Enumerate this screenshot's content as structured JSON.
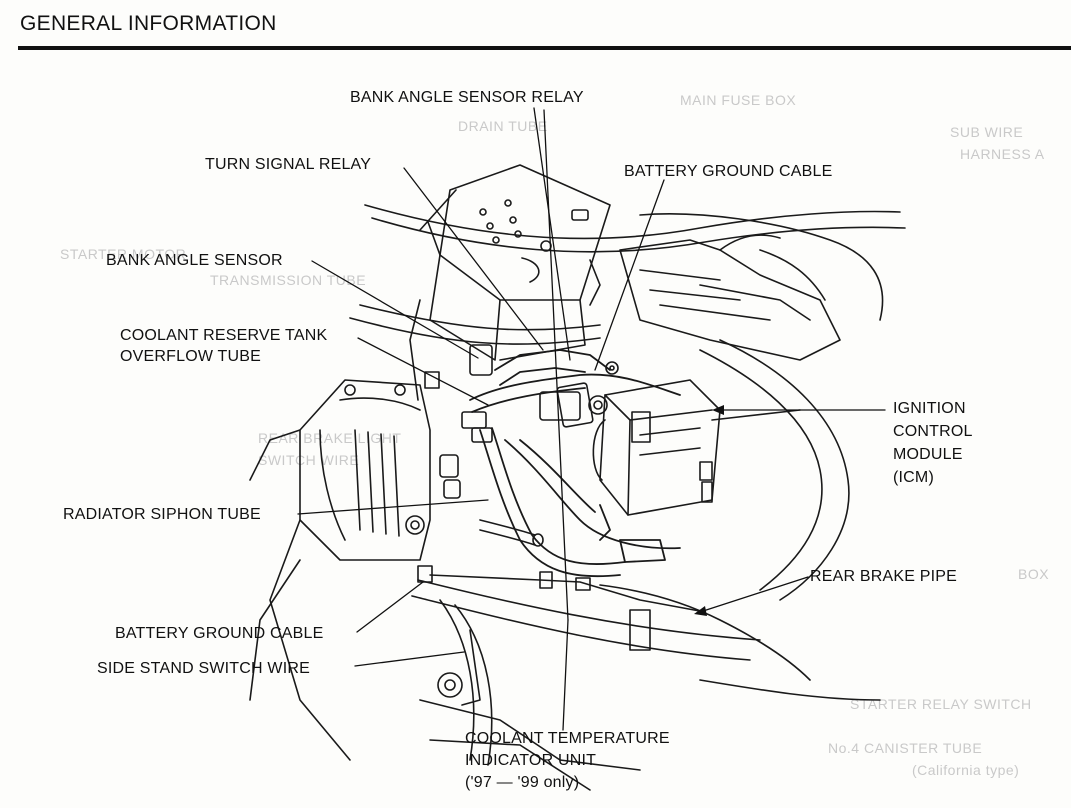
{
  "header": {
    "title": "GENERAL INFORMATION"
  },
  "labels": {
    "bank_angle_sensor_relay": "BANK ANGLE SENSOR RELAY",
    "turn_signal_relay": "TURN SIGNAL RELAY",
    "battery_ground_cable_top": "BATTERY GROUND CABLE",
    "bank_angle_sensor": "BANK ANGLE SENSOR",
    "coolant_reserve_line1": "COOLANT RESERVE TANK",
    "coolant_reserve_line2": "OVERFLOW TUBE",
    "icm_line1": "IGNITION",
    "icm_line2": "CONTROL",
    "icm_line3": "MODULE",
    "icm_line4": "(ICM)",
    "radiator_siphon_tube": "RADIATOR SIPHON TUBE",
    "rear_brake_pipe": "REAR BRAKE PIPE",
    "battery_ground_cable_bottom": "BATTERY GROUND CABLE",
    "side_stand_switch_wire": "SIDE STAND SWITCH WIRE",
    "coolant_temp_line1": "COOLANT TEMPERATURE",
    "coolant_temp_line2": "INDICATOR UNIT",
    "coolant_temp_line3": "('97 — '99 only)"
  },
  "bleed_through": {
    "top_center": "MAIN FUSE BOX",
    "drain_tube": "DRAIN TUBE",
    "left_mid": "STARTER MOTOR",
    "left_mid2": "TRANSMISSION TUBE",
    "right_top": "SUB WIRE",
    "right_top2": "HARNESS A",
    "left_rear": "REAR BRAKE LIGHT",
    "left_rear2": "SWITCH WIRE",
    "right_box": "BOX",
    "bottom_right1": "STARTER RELAY SWITCH",
    "bottom_right2": "No.4 CANISTER TUBE",
    "bottom_right3": "(California type)"
  }
}
